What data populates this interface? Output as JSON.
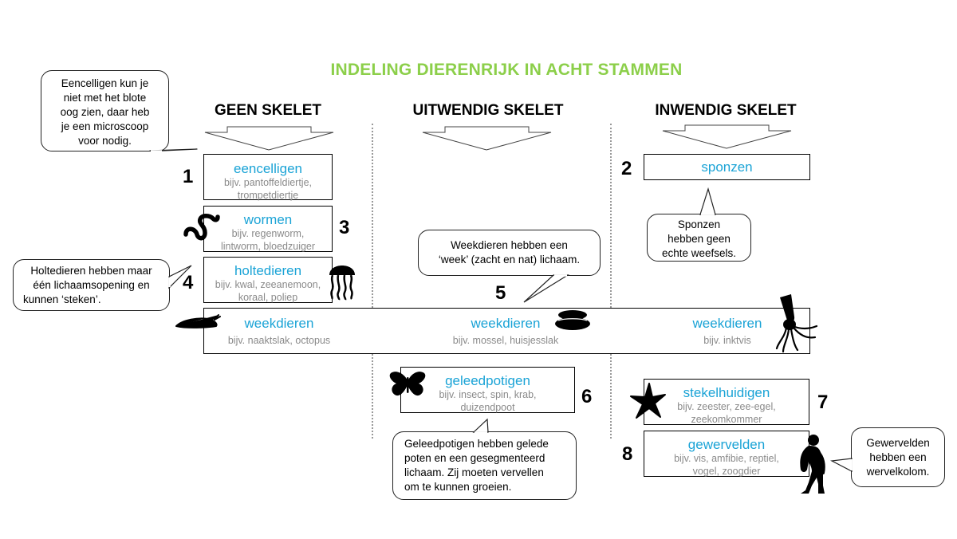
{
  "title": "INDELING DIERENRIJK IN ACHT STAMMEN",
  "columns": [
    "GEEN SKELET",
    "UITWENDIG SKELET",
    "INWENDIG SKELET"
  ],
  "colors": {
    "title": "#8ccf4a",
    "group": "#1aa3d6",
    "example": "#8a8a8a"
  },
  "groups": {
    "eencelligen": {
      "num": "1",
      "name": "eencelligen",
      "ex1": "bijv. pantoffeldiertje,",
      "ex2": "trompetdiertje"
    },
    "sponzen": {
      "num": "2",
      "name": "sponzen"
    },
    "wormen": {
      "num": "3",
      "name": "wormen",
      "ex1": "bijv. regenworm,",
      "ex2": "lintworm,  bloedzuiger"
    },
    "holtedieren": {
      "num": "4",
      "name": "holtedieren",
      "ex1": "bijv. kwal, zeeanemoon,",
      "ex2": "koraal, poliep"
    },
    "weekdieren": {
      "num": "5",
      "name": "weekdieren",
      "ex_left": "bijv. naaktslak, octopus",
      "ex_mid": "bijv. mossel, huisjesslak",
      "ex_right": "bijv. inktvis"
    },
    "geleedpotigen": {
      "num": "6",
      "name": "geleedpotigen",
      "ex1": "bijv. insect, spin, krab,",
      "ex2": "duizendpoot"
    },
    "stekelhuidigen": {
      "num": "7",
      "name": "stekelhuidigen",
      "ex1": "bijv. zeester, zee-egel,",
      "ex2": "zeekomkommer"
    },
    "gewervelden": {
      "num": "8",
      "name": "gewervelden",
      "ex1": "bijv. vis, amfibie, reptiel,",
      "ex2": "vogel, zoogdier"
    }
  },
  "bubbles": {
    "eencelligen": [
      "Eencelligen kun je",
      "niet met het blote",
      "oog zien, daar heb",
      "je een microscoop",
      "voor nodig."
    ],
    "sponzen": [
      "Sponzen",
      "hebben geen",
      "echte weefsels."
    ],
    "holtedieren": [
      "Holtedieren hebben maar",
      "één lichaamsopening en",
      "kunnen ‘steken’."
    ],
    "weekdieren": [
      "Weekdieren hebben een",
      "‘week’ (zacht en nat) lichaam."
    ],
    "geleedpotigen": [
      "Geleedpotigen hebben gelede",
      "poten en een gesegmenteerd",
      "lichaam. Zij moeten vervellen",
      "om te kunnen groeien."
    ],
    "gewervelden": [
      "Gewervelden",
      "hebben een",
      "wervelkolom."
    ]
  },
  "icons": [
    "worm-icon",
    "jellyfish-icon",
    "slug-icon",
    "mussel-icon",
    "squid-icon",
    "butterfly-icon",
    "starfish-icon",
    "ape-icon"
  ]
}
